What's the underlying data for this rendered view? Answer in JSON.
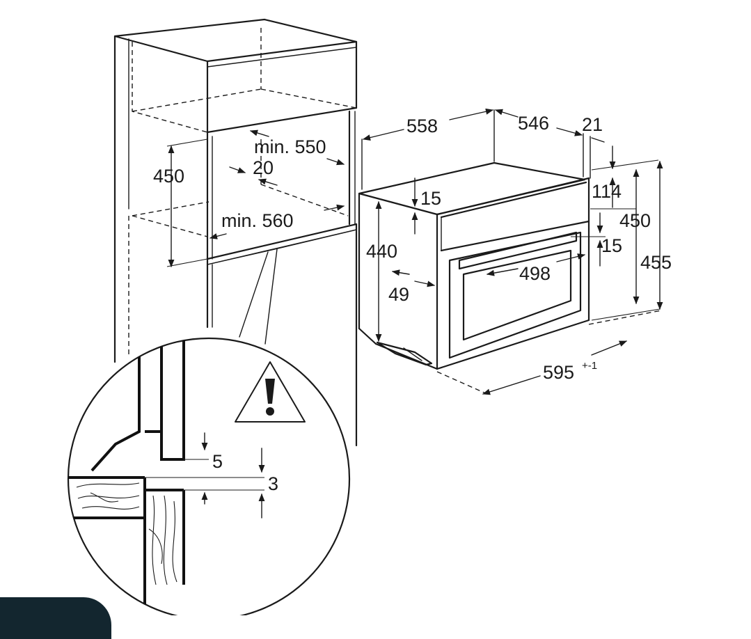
{
  "dimensions": {
    "niche_depth_min": "min. 550",
    "niche_gap": "20",
    "niche_height": "450",
    "niche_width_min": "min. 560",
    "oven_depth_total": "558",
    "oven_depth_body": "546",
    "front_thickness": "21",
    "top_offset": "15",
    "control_panel_height": "114",
    "body_height": "440",
    "body_height_front": "450",
    "door_gap": "15",
    "total_height": "455",
    "door_width": "498",
    "side_offset": "49",
    "total_width": "595",
    "total_width_tolerance": "+-1",
    "detail_gap_1": "5",
    "detail_gap_2": "3"
  },
  "icons": {
    "warning": "warning-triangle-icon"
  },
  "colors": {
    "line": "#1a1a1a",
    "background": "#ffffff",
    "corner_tab": "#13262f"
  }
}
